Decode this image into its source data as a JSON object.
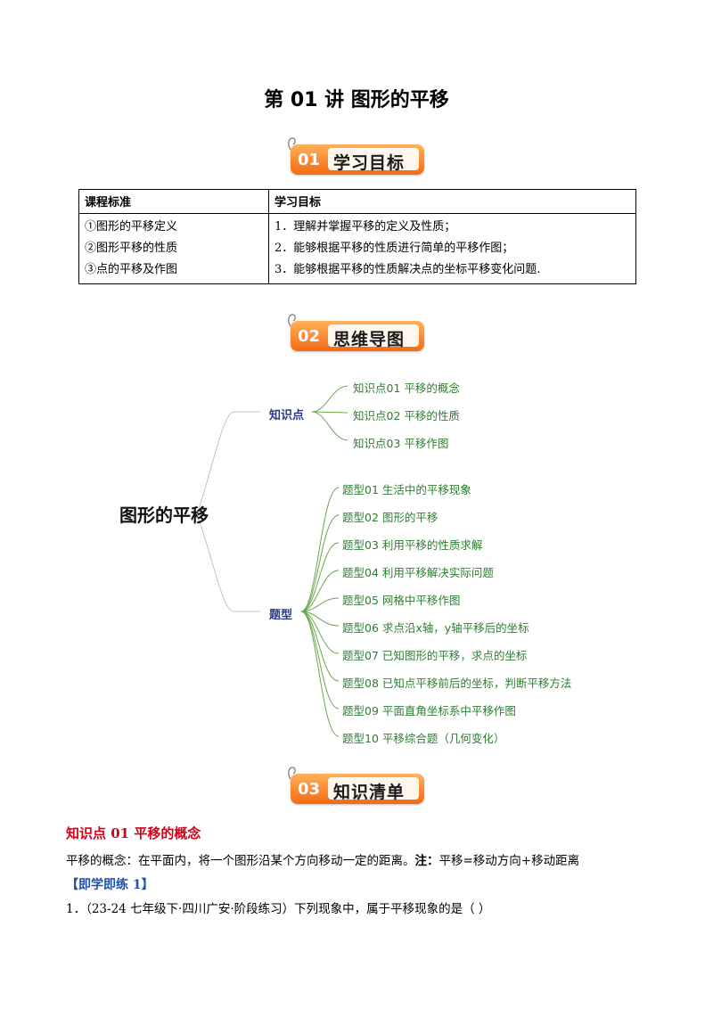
{
  "title": "第 01 讲  图形的平移",
  "sections": [
    {
      "num": "01",
      "label": "学习目标"
    },
    {
      "num": "02",
      "label": "思维导图"
    },
    {
      "num": "03",
      "label": "知识清单"
    }
  ],
  "goals_table": {
    "headers": [
      "课程标准",
      "学习目标"
    ],
    "standards": [
      "①图形的平移定义",
      "②图形平移的性质",
      "③点的平移及作图"
    ],
    "objectives": [
      "1．理解并掌握平移的定义及性质；",
      "2．能够根据平移的性质进行简单的平移作图；",
      "3．能够根据平移的性质解决点的坐标平移变化问题."
    ]
  },
  "mindmap": {
    "root": "图形的平移",
    "branch1": "知识点",
    "knowledge": [
      "知识点01  平移的概念",
      "知识点02  平移的性质",
      "知识点03  平移作图"
    ],
    "branch2": "题型",
    "types": [
      "题型01  生活中的平移现象",
      "题型02  图形的平移",
      "题型03  利用平移的性质求解",
      "题型04  利用平移解决实际问题",
      "题型05  网格中平移作图",
      "题型06  求点沿x轴，y轴平移后的坐标",
      "题型07  已知图形的平移，求点的坐标",
      "题型08  已知点平移前后的坐标，判断平移方法",
      "题型09  平面直角坐标系中平移作图",
      "题型10  平移综合题（几何变化）"
    ]
  },
  "knowledge": {
    "heading": "知识点 01    平移的概念",
    "definition": "平移的概念：在平面内，将一个图形沿某个方向移动一定的距离。",
    "note_label": "注：",
    "note": "平移=移动方向+移动距离",
    "practice": "【即学即练 1】",
    "question": "1．（23-24 七年级下·四川广安·阶段练习）下列现象中，属于平移现象的是（    ）"
  },
  "colors": {
    "accent": "#f46a12",
    "branch": "#2b3a8c",
    "leaf": "#2e7d32",
    "heading_red": "#d0021b",
    "practice_blue": "#1f4fa8"
  }
}
